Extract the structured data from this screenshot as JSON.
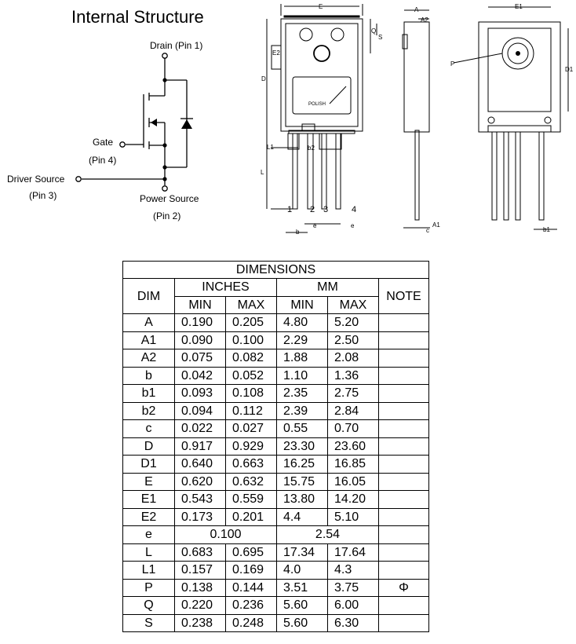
{
  "schematic": {
    "title": "Internal Structure",
    "drain": "Drain  (Pin 1)",
    "gate": "Gate",
    "gate_pin": "(Pin 4)",
    "driver_source": "Driver Source",
    "driver_pin": "(Pin 3)",
    "power_source": "Power Source",
    "power_pin": "(Pin 2)"
  },
  "package": {
    "labels": {
      "E": "E",
      "E1": "E1",
      "E2": "E2",
      "A": "A",
      "A1": "A1",
      "A2": "A2",
      "Q": "Q",
      "S": "S",
      "D": "D",
      "D1": "D1",
      "P": "P",
      "L": "L",
      "L1": "L1",
      "b": "b",
      "b1": "b1",
      "b2": "b2",
      "e": "e",
      "c": "c",
      "polish": "POLISH"
    },
    "pins": [
      "1",
      "2",
      "3",
      "4"
    ]
  },
  "table": {
    "title": "DIMENSIONS",
    "dim_header": "DIM",
    "inches": "INCHES",
    "mm": "MM",
    "note": "NOTE",
    "min": "MIN",
    "max": "MAX",
    "rows": [
      {
        "dim": "A",
        "in_min": "0.190",
        "in_max": "0.205",
        "mm_min": "4.80",
        "mm_max": "5.20",
        "note": ""
      },
      {
        "dim": "A1",
        "in_min": "0.090",
        "in_max": "0.100",
        "mm_min": "2.29",
        "mm_max": "2.50",
        "note": ""
      },
      {
        "dim": "A2",
        "in_min": "0.075",
        "in_max": "0.082",
        "mm_min": "1.88",
        "mm_max": "2.08",
        "note": ""
      },
      {
        "dim": "b",
        "in_min": "0.042",
        "in_max": "0.052",
        "mm_min": "1.10",
        "mm_max": "1.36",
        "note": ""
      },
      {
        "dim": "b1",
        "in_min": "0.093",
        "in_max": "0.108",
        "mm_min": "2.35",
        "mm_max": "2.75",
        "note": ""
      },
      {
        "dim": "b2",
        "in_min": "0.094",
        "in_max": "0.112",
        "mm_min": "2.39",
        "mm_max": "2.84",
        "note": ""
      },
      {
        "dim": "c",
        "in_min": "0.022",
        "in_max": "0.027",
        "mm_min": "0.55",
        "mm_max": "0.70",
        "note": ""
      },
      {
        "dim": "D",
        "in_min": "0.917",
        "in_max": "0.929",
        "mm_min": "23.30",
        "mm_max": "23.60",
        "note": ""
      },
      {
        "dim": "D1",
        "in_min": "0.640",
        "in_max": "0.663",
        "mm_min": "16.25",
        "mm_max": "16.85",
        "note": ""
      },
      {
        "dim": "E",
        "in_min": "0.620",
        "in_max": "0.632",
        "mm_min": "15.75",
        "mm_max": "16.05",
        "note": ""
      },
      {
        "dim": "E1",
        "in_min": "0.543",
        "in_max": "0.559",
        "mm_min": "13.80",
        "mm_max": "14.20",
        "note": ""
      },
      {
        "dim": "E2",
        "in_min": "0.173",
        "in_max": "0.201",
        "mm_min": "4.4",
        "mm_max": "5.10",
        "note": ""
      },
      {
        "dim": "e",
        "in_span": "0.100",
        "mm_span": "2.54",
        "note": ""
      },
      {
        "dim": "L",
        "in_min": "0.683",
        "in_max": "0.695",
        "mm_min": "17.34",
        "mm_max": "17.64",
        "note": ""
      },
      {
        "dim": "L1",
        "in_min": "0.157",
        "in_max": "0.169",
        "mm_min": "4.0",
        "mm_max": "4.3",
        "note": ""
      },
      {
        "dim": "P",
        "in_min": "0.138",
        "in_max": "0.144",
        "mm_min": "3.51",
        "mm_max": "3.75",
        "note": "Φ"
      },
      {
        "dim": "Q",
        "in_min": "0.220",
        "in_max": "0.236",
        "mm_min": "5.60",
        "mm_max": "6.00",
        "note": ""
      },
      {
        "dim": "S",
        "in_min": "0.238",
        "in_max": "0.248",
        "mm_min": "5.60",
        "mm_max": "6.30",
        "note": ""
      }
    ]
  }
}
